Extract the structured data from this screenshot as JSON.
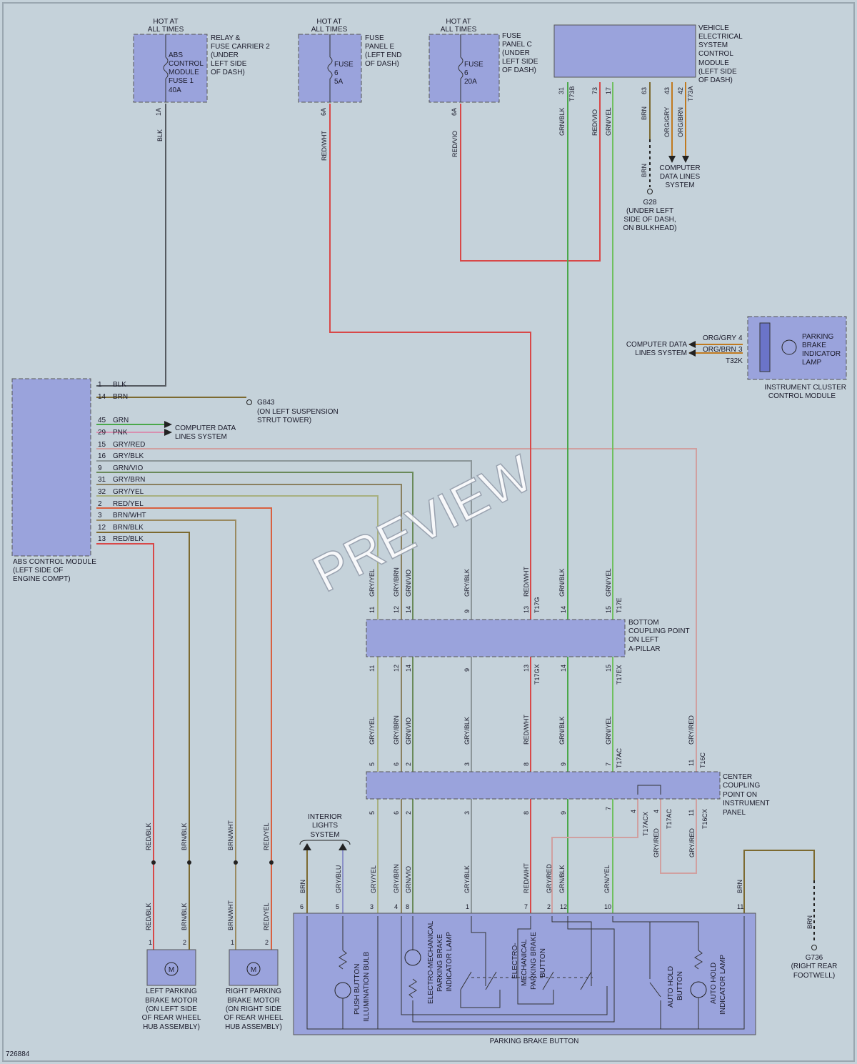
{
  "diagram_id": "726884",
  "watermark": "PREVIEW",
  "colors": {
    "background": "#c5d2da",
    "component_fill": "#9aa3dc",
    "wire_red": "#d84848",
    "wire_green": "#4aa84a",
    "wire_brown": "#7c6a30",
    "wire_gray": "#8c9699",
    "wire_grayred": "#d0a0a0",
    "wire_orange": "#c07a20"
  },
  "components": {
    "relay_fuse_carrier": {
      "hot": [
        "HOT AT",
        "ALL TIMES"
      ],
      "name": [
        "RELAY &",
        "FUSE CARRIER 2",
        "(UNDER",
        "LEFT SIDE",
        "OF DASH)"
      ],
      "fuse": [
        "ABS",
        "CONTROL",
        "MODULE",
        "FUSE 1",
        "40A"
      ],
      "pin": "1A",
      "wire": "BLK"
    },
    "fuse_panel_e": {
      "hot": [
        "HOT AT",
        "ALL TIMES"
      ],
      "name": [
        "FUSE",
        "PANEL E",
        "(LEFT END",
        "OF DASH)"
      ],
      "fuse": [
        "FUSE",
        "6",
        "5A"
      ],
      "pin": "6A",
      "wire": "RED/WHT"
    },
    "fuse_panel_c": {
      "hot": [
        "HOT AT",
        "ALL TIMES"
      ],
      "name": [
        "FUSE",
        "PANEL C",
        "(UNDER",
        "LEFT SIDE",
        "OF DASH)"
      ],
      "fuse": [
        "FUSE",
        "6",
        "20A"
      ],
      "pin": "6A",
      "wire": "RED/VIO"
    },
    "vecm": {
      "name": [
        "VEHICLE",
        "ELECTRICAL",
        "SYSTEM",
        "CONTROL",
        "MODULE",
        "(LEFT SIDE",
        "OF DASH)"
      ],
      "pins": [
        "31",
        "T73B",
        "73",
        "17",
        "63",
        "43",
        "42",
        "T73A"
      ],
      "wires": [
        "GRN/BLK",
        "RED/VIO",
        "GRN/YEL",
        "BRN",
        "ORG/GRY",
        "ORG/BRN"
      ]
    },
    "g28": {
      "wire": "BRN",
      "name": [
        "G28",
        "(UNDER LEFT",
        "SIDE OF DASH,",
        "ON BULKHEAD)"
      ]
    },
    "cdl_top": [
      "COMPUTER",
      "DATA LINES",
      "SYSTEM"
    ],
    "instrument_cluster": {
      "name": [
        "INSTRUMENT CLUSTER",
        "CONTROL MODULE"
      ],
      "lamp": [
        "PARKING",
        "BRAKE",
        "INDICATOR",
        "LAMP"
      ],
      "wires": [
        {
          "pin": "4",
          "color": "ORG/GRY"
        },
        {
          "pin": "3",
          "color": "ORG/BRN"
        }
      ],
      "connector": "T32K",
      "cdl": [
        "COMPUTER DATA",
        "LINES SYSTEM"
      ]
    },
    "abs_module": {
      "name": [
        "ABS CONTROL MODULE",
        "(LEFT SIDE OF",
        "ENGINE COMPT)"
      ],
      "pins": [
        {
          "pin": "1",
          "color": "BLK"
        },
        {
          "pin": "14",
          "color": "BRN"
        },
        {
          "pin": "45",
          "color": "GRN"
        },
        {
          "pin": "29",
          "color": "PNK"
        },
        {
          "pin": "15",
          "color": "GRY/RED"
        },
        {
          "pin": "16",
          "color": "GRY/BLK"
        },
        {
          "pin": "9",
          "color": "GRN/VIO"
        },
        {
          "pin": "31",
          "color": "GRY/BRN"
        },
        {
          "pin": "32",
          "color": "GRY/YEL"
        },
        {
          "pin": "2",
          "color": "RED/YEL"
        },
        {
          "pin": "3",
          "color": "BRN/WHT"
        },
        {
          "pin": "12",
          "color": "BRN/BLK"
        },
        {
          "pin": "13",
          "color": "RED/BLK"
        }
      ],
      "cdl": [
        "COMPUTER DATA",
        "LINES SYSTEM"
      ]
    },
    "g843": {
      "name": [
        "G843",
        "(ON LEFT SUSPENSION",
        "STRUT TOWER)"
      ]
    },
    "bottom_coupling": {
      "name": [
        "BOTTOM",
        "COUPLING POINT",
        "ON LEFT",
        "A-PILLAR"
      ],
      "top_pins": [
        "11",
        "12",
        "14",
        "9",
        "13",
        "T17G",
        "14",
        "15",
        "T17E"
      ],
      "bottom_pins": [
        "11",
        "12",
        "14",
        "9",
        "13",
        "T17GX",
        "14",
        "15",
        "T17EX"
      ]
    },
    "center_coupling": {
      "name": [
        "CENTER",
        "COUPLING",
        "POINT ON",
        "INSTRUMENT",
        "PANEL"
      ],
      "top_pins": [
        "5",
        "6",
        "2",
        "3",
        "8",
        "9",
        "7",
        "T17AC",
        "11",
        "T16C"
      ],
      "bottom_pins": [
        "5",
        "6",
        "2",
        "3",
        "8",
        "9",
        "7",
        "4",
        "T17ACX",
        "4",
        "T17AC",
        "11",
        "T16CX"
      ]
    },
    "left_motor": {
      "name": [
        "LEFT PARKING",
        "BRAKE MOTOR",
        "(ON LEFT SIDE",
        "OF REAR WHEEL",
        "HUB ASSEMBLY)"
      ],
      "wires": [
        "RED/BLK",
        "BRN/BLK"
      ],
      "pins": [
        "1",
        "2"
      ],
      "symbol": "M"
    },
    "right_motor": {
      "name": [
        "RIGHT PARKING",
        "BRAKE MOTOR",
        "(ON RIGHT SIDE",
        "OF REAR WHEEL",
        "HUB ASSEMBLY)"
      ],
      "wires": [
        "BRN/WHT",
        "RED/YEL"
      ],
      "pins": [
        "1",
        "2"
      ],
      "symbol": "M"
    },
    "interior_lights": [
      "INTERIOR",
      "LIGHTS",
      "SYSTEM"
    ],
    "parking_brake_button": {
      "name": "PARKING BRAKE BUTTON",
      "pins": [
        {
          "pin": "6",
          "color": "BRN"
        },
        {
          "pin": "5",
          "color": "GRY/BLU"
        },
        {
          "pin": "3",
          "color": "GRY/YEL"
        },
        {
          "pin": "4",
          "color": "GRY/BRN"
        },
        {
          "pin": "8",
          "color": "GRN/VIO"
        },
        {
          "pin": "1",
          "color": "GRY/BLK"
        },
        {
          "pin": "7",
          "color": "RED/WHT"
        },
        {
          "pin": "2",
          "color": "GRY/RED"
        },
        {
          "pin": "12",
          "color": "GRN/BLK"
        },
        {
          "pin": "10",
          "color": "GRN/YEL"
        },
        {
          "pin": "11",
          "color": "BRN"
        }
      ],
      "parts": {
        "bulb": [
          "PUSH BUTTON",
          "ILLUMINATION BULB"
        ],
        "ind_lamp": [
          "ELECTRO-MECHANICAL",
          "PARKING BRAKE",
          "INDICATOR LAMP"
        ],
        "em_button": [
          "ELECTRO-",
          "MECHANICAL",
          "PARKING BRAKE",
          "BUTTON"
        ],
        "auto_hold_button": [
          "AUTO HOLD",
          "BUTTON"
        ],
        "auto_hold_lamp": [
          "AUTO HOLD",
          "INDICATOR LAMP"
        ]
      }
    },
    "g736": {
      "wire": "BRN",
      "name": [
        "G736",
        "(RIGHT REAR",
        "FOOTWELL)"
      ]
    },
    "gry_red_loop": [
      "GRY/RED",
      "GRY/RED"
    ]
  }
}
